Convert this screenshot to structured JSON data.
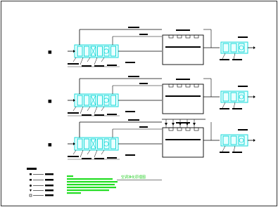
{
  "drawing": {
    "title": "空调净化原理图"
  },
  "colors": {
    "background": "#ffffff",
    "line": "#000000",
    "equipment": "#18d8d8",
    "notes": "#22dd22",
    "title": "#2bd02b"
  },
  "systems": [
    {
      "id": "system-1",
      "row_marker": "■"
    },
    {
      "id": "system-2",
      "row_marker": "■"
    },
    {
      "id": "system-3",
      "row_marker": "■"
    }
  ]
}
